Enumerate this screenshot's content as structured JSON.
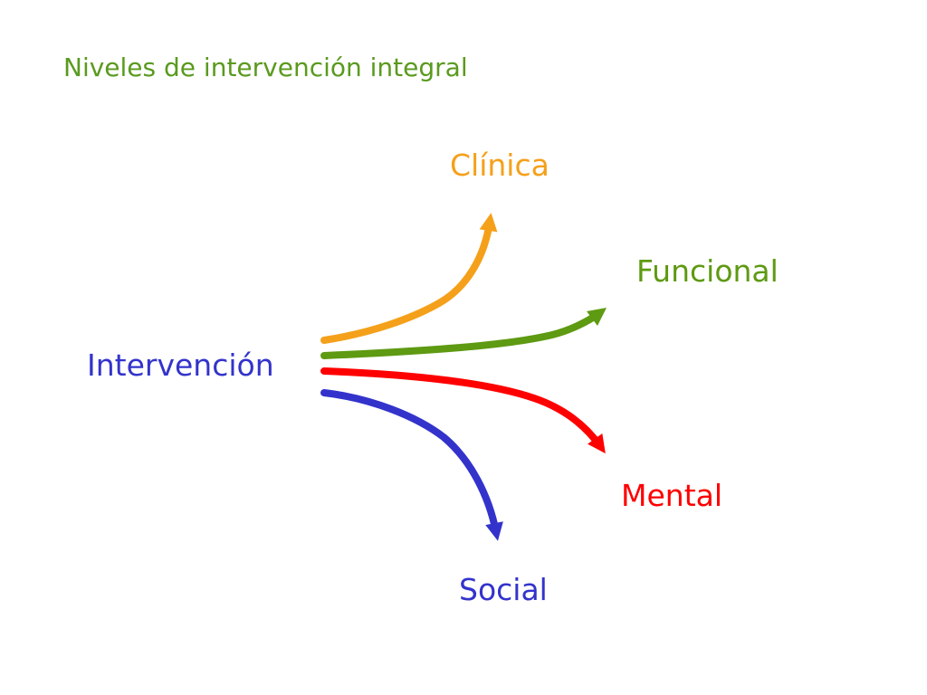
{
  "title": "Niveles de intervención integral",
  "source": {
    "label": "Intervención",
    "color": "#3333cc"
  },
  "targets": [
    {
      "key": "clinica",
      "label": "Clínica",
      "color": "#f5a01a"
    },
    {
      "key": "funcional",
      "label": "Funcional",
      "color": "#5e9a12"
    },
    {
      "key": "mental",
      "label": "Mental",
      "color": "#ff0000"
    },
    {
      "key": "social",
      "label": "Social",
      "color": "#3333cc"
    }
  ],
  "title_color": "#5a9a1e"
}
